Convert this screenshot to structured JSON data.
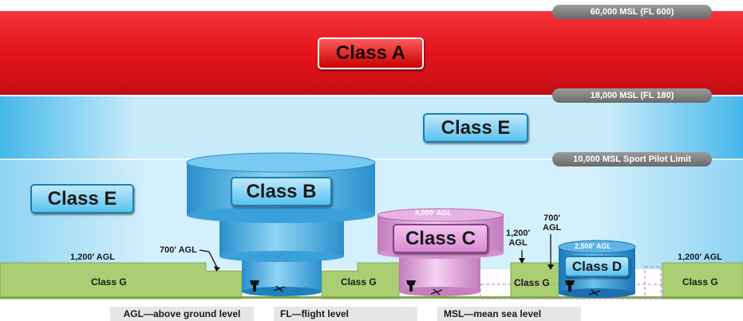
{
  "classes": {
    "class_a": "Class A",
    "class_e_upper": "Class E",
    "class_e_lower": "Class E",
    "class_b": "Class B",
    "class_c": "Class C",
    "class_d": "Class D",
    "class_g_left": "Class G",
    "class_g_mid": "Class G",
    "class_g_right_of_c": "Class G",
    "class_g_right": "Class G"
  },
  "altitudes": {
    "fl600": "60,000 MSL (FL 600)",
    "fl180": "18,000 MSL (FL 180)",
    "sport_pilot": "10,000 MSL Sport Pilot Limit",
    "class_c_ceiling": "4,000' AGL",
    "class_d_ceiling": "2,500' AGL",
    "agl_1200_left": "1,200' AGL",
    "agl_1200_right": "1,200' AGL",
    "agl_700_left": "700' AGL",
    "agl_1200_mid_line1": "1,200'",
    "agl_1200_mid_line2": "AGL",
    "agl_700_mid_line1": "700'",
    "agl_700_mid_line2": "AGL"
  },
  "legend": {
    "agl": "AGL—above ground level",
    "fl": "FL—flight level",
    "msl": "MSL—mean sea level"
  },
  "colors": {
    "class_a": "#e4141c",
    "class_e": "#bfe6f7",
    "ground": "#a9cf72",
    "class_b": "#4aaee0",
    "class_c": "#e7a3e0",
    "class_d": "#2e8fd0",
    "altitude_tag": "#7f7f7f"
  },
  "icons": [
    "control-tower-icon",
    "runway-icon"
  ]
}
